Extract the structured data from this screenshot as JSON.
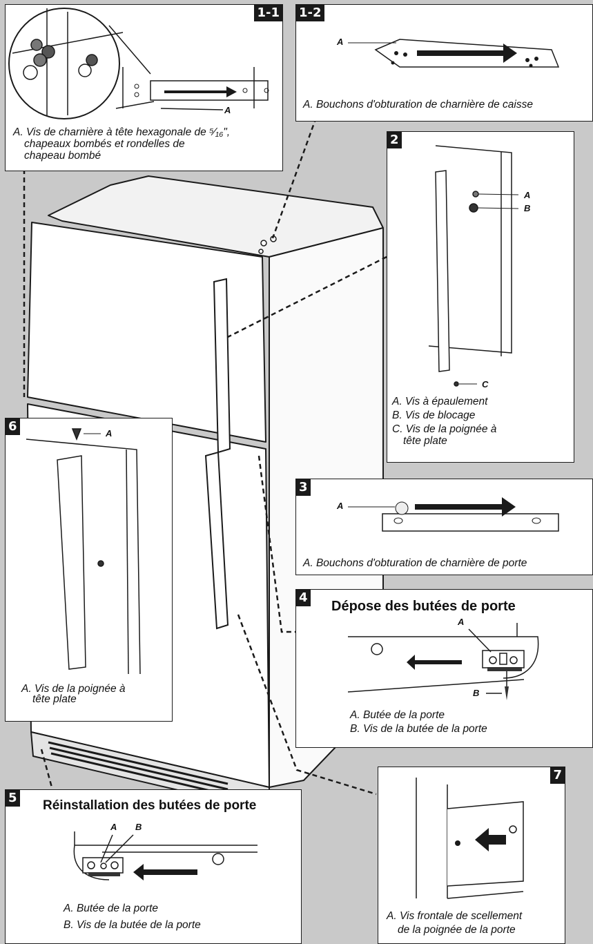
{
  "panels": {
    "p1_1": {
      "badge": "1-1",
      "label_a": "A",
      "caption": [
        "A. Vis de charnière à tête hexagonale de ⁵⁄₁₆\",",
        "chapeaux bombés et rondelles de",
        "chapeau bombé"
      ]
    },
    "p1_2": {
      "badge": "1-2",
      "label_a": "A",
      "caption": [
        "A. Bouchons d'obturation de charnière de caisse"
      ]
    },
    "p2": {
      "badge": "2",
      "label_a": "A",
      "label_b": "B",
      "label_c": "C",
      "caption": [
        "A. Vis à épaulement",
        "B. Vis de blocage",
        "C. Vis de la poignée à",
        "tête plate"
      ]
    },
    "p3": {
      "badge": "3",
      "label_a": "A",
      "caption": [
        "A. Bouchons d'obturation de charnière de porte"
      ]
    },
    "p4": {
      "badge": "4",
      "title": "Dépose des butées de porte",
      "label_a": "A",
      "label_b": "B",
      "caption": [
        "A. Butée de la porte",
        "B. Vis de la butée de la porte"
      ]
    },
    "p5": {
      "badge": "5",
      "title": "Réinstallation des butées de porte",
      "label_a": "A",
      "label_b": "B",
      "caption": [
        "A. Butée de la porte",
        "B. Vis de la butée de la porte"
      ]
    },
    "p6": {
      "badge": "6",
      "label_a": "A",
      "caption": [
        "A. Vis de la poignée à",
        "tête plate"
      ]
    },
    "p7": {
      "badge": "7",
      "caption": [
        "A. Vis frontale de scellement",
        "de la poignée de la porte"
      ]
    }
  }
}
